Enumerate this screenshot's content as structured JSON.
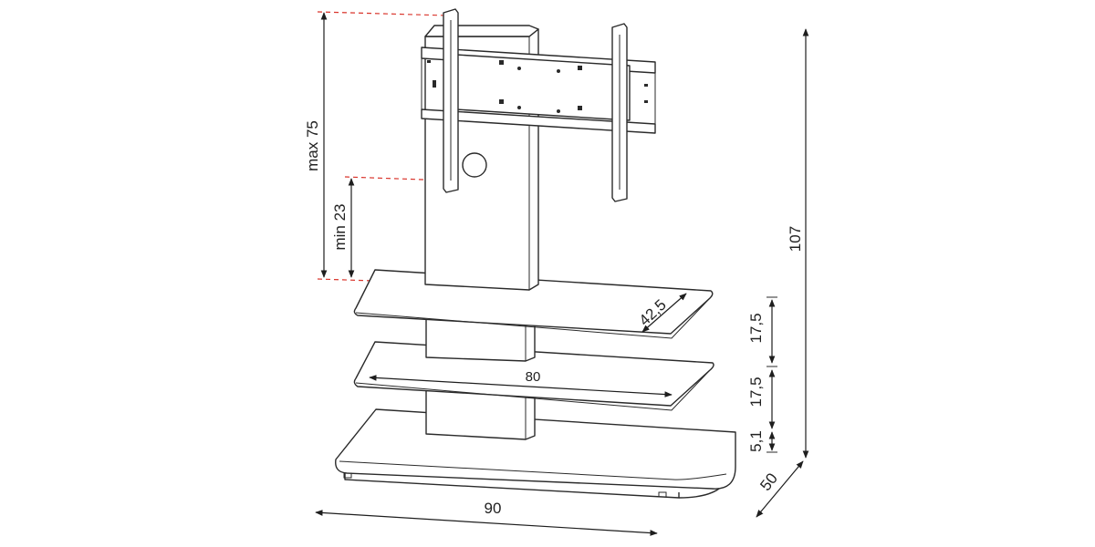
{
  "diagram": {
    "dimensions": {
      "max_height": "max 75",
      "min_height": "min 23",
      "total_height": "107",
      "shelf_depth": "42,5",
      "shelf_width": "80",
      "gap_top": "17,5",
      "gap_middle": "17,5",
      "gap_base": "5,1",
      "base_width": "90",
      "base_depth": "50"
    },
    "colors": {
      "line": "#2a2a2a",
      "guide": "#d9342b"
    }
  }
}
